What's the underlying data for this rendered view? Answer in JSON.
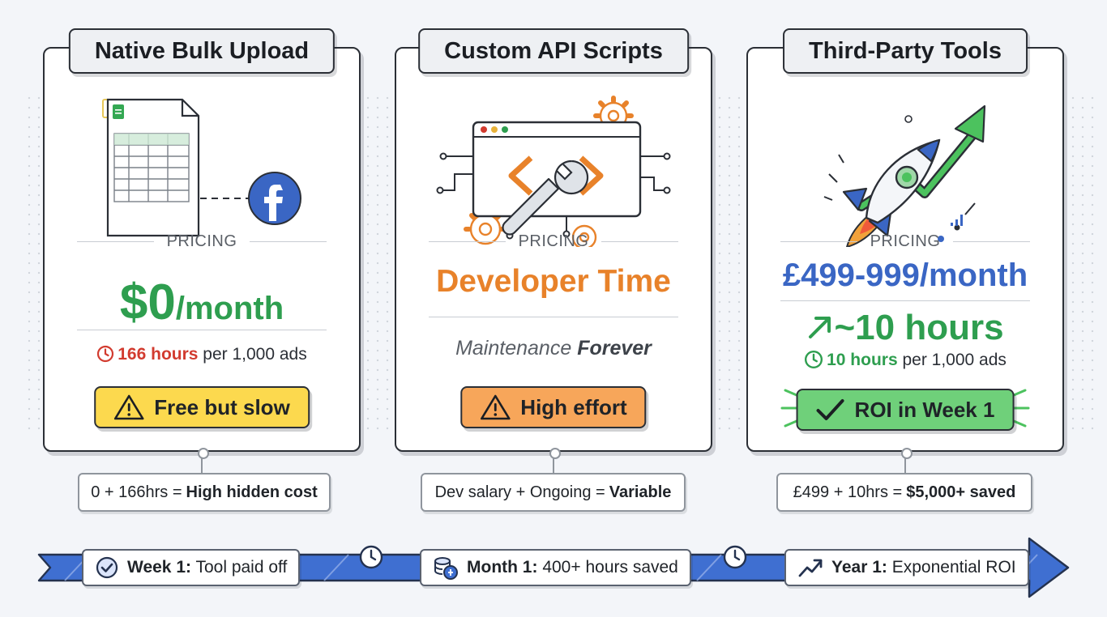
{
  "columns": [
    {
      "title": "Native Bulk Upload",
      "pricing_label": "PRICING",
      "price_main": "$0",
      "price_unit": "/month",
      "time_value": "166 hours",
      "time_rest": " per 1,000 ads",
      "badge": "Free but slow",
      "summary_plain": "0 + 166hrs =",
      "summary_bold": "High hidden cost"
    },
    {
      "title": "Custom API Scripts",
      "pricing_label": "PRICING",
      "price_main": "Developer Time",
      "note_plain": "Maintenance ",
      "note_bold": "Forever",
      "badge": "High effort",
      "summary_plain": "Dev salary + Ongoing =",
      "summary_bold": "Variable"
    },
    {
      "title": "Third-Party Tools",
      "pricing_label": "PRICING",
      "price_main": "£499-999/month",
      "hours": "~10 hours",
      "time_value": "10 hours",
      "time_rest": " per 1,000 ads",
      "badge": "ROI in Week 1",
      "summary_plain": "£499 + 10hrs =",
      "summary_bold": "$5,000+ saved"
    }
  ],
  "timeline": [
    {
      "bold": "Week 1:",
      "text": " Tool paid off",
      "icon": "check-circle-icon"
    },
    {
      "bold": "Month 1:",
      "text": " 400+ hours saved",
      "icon": "coins-icon"
    },
    {
      "bold": "Year 1:",
      "text": " Exponential ROI",
      "icon": "trend-up-icon"
    }
  ],
  "colors": {
    "green": "#2e9e4f",
    "red": "#d23b2f",
    "orange": "#e8822a",
    "blue": "#3a66c4",
    "yellow_badge": "#fcd94e",
    "orange_badge": "#f7a65a",
    "green_badge": "#6fd07a",
    "arrow_blue": "#3f6fd1"
  }
}
